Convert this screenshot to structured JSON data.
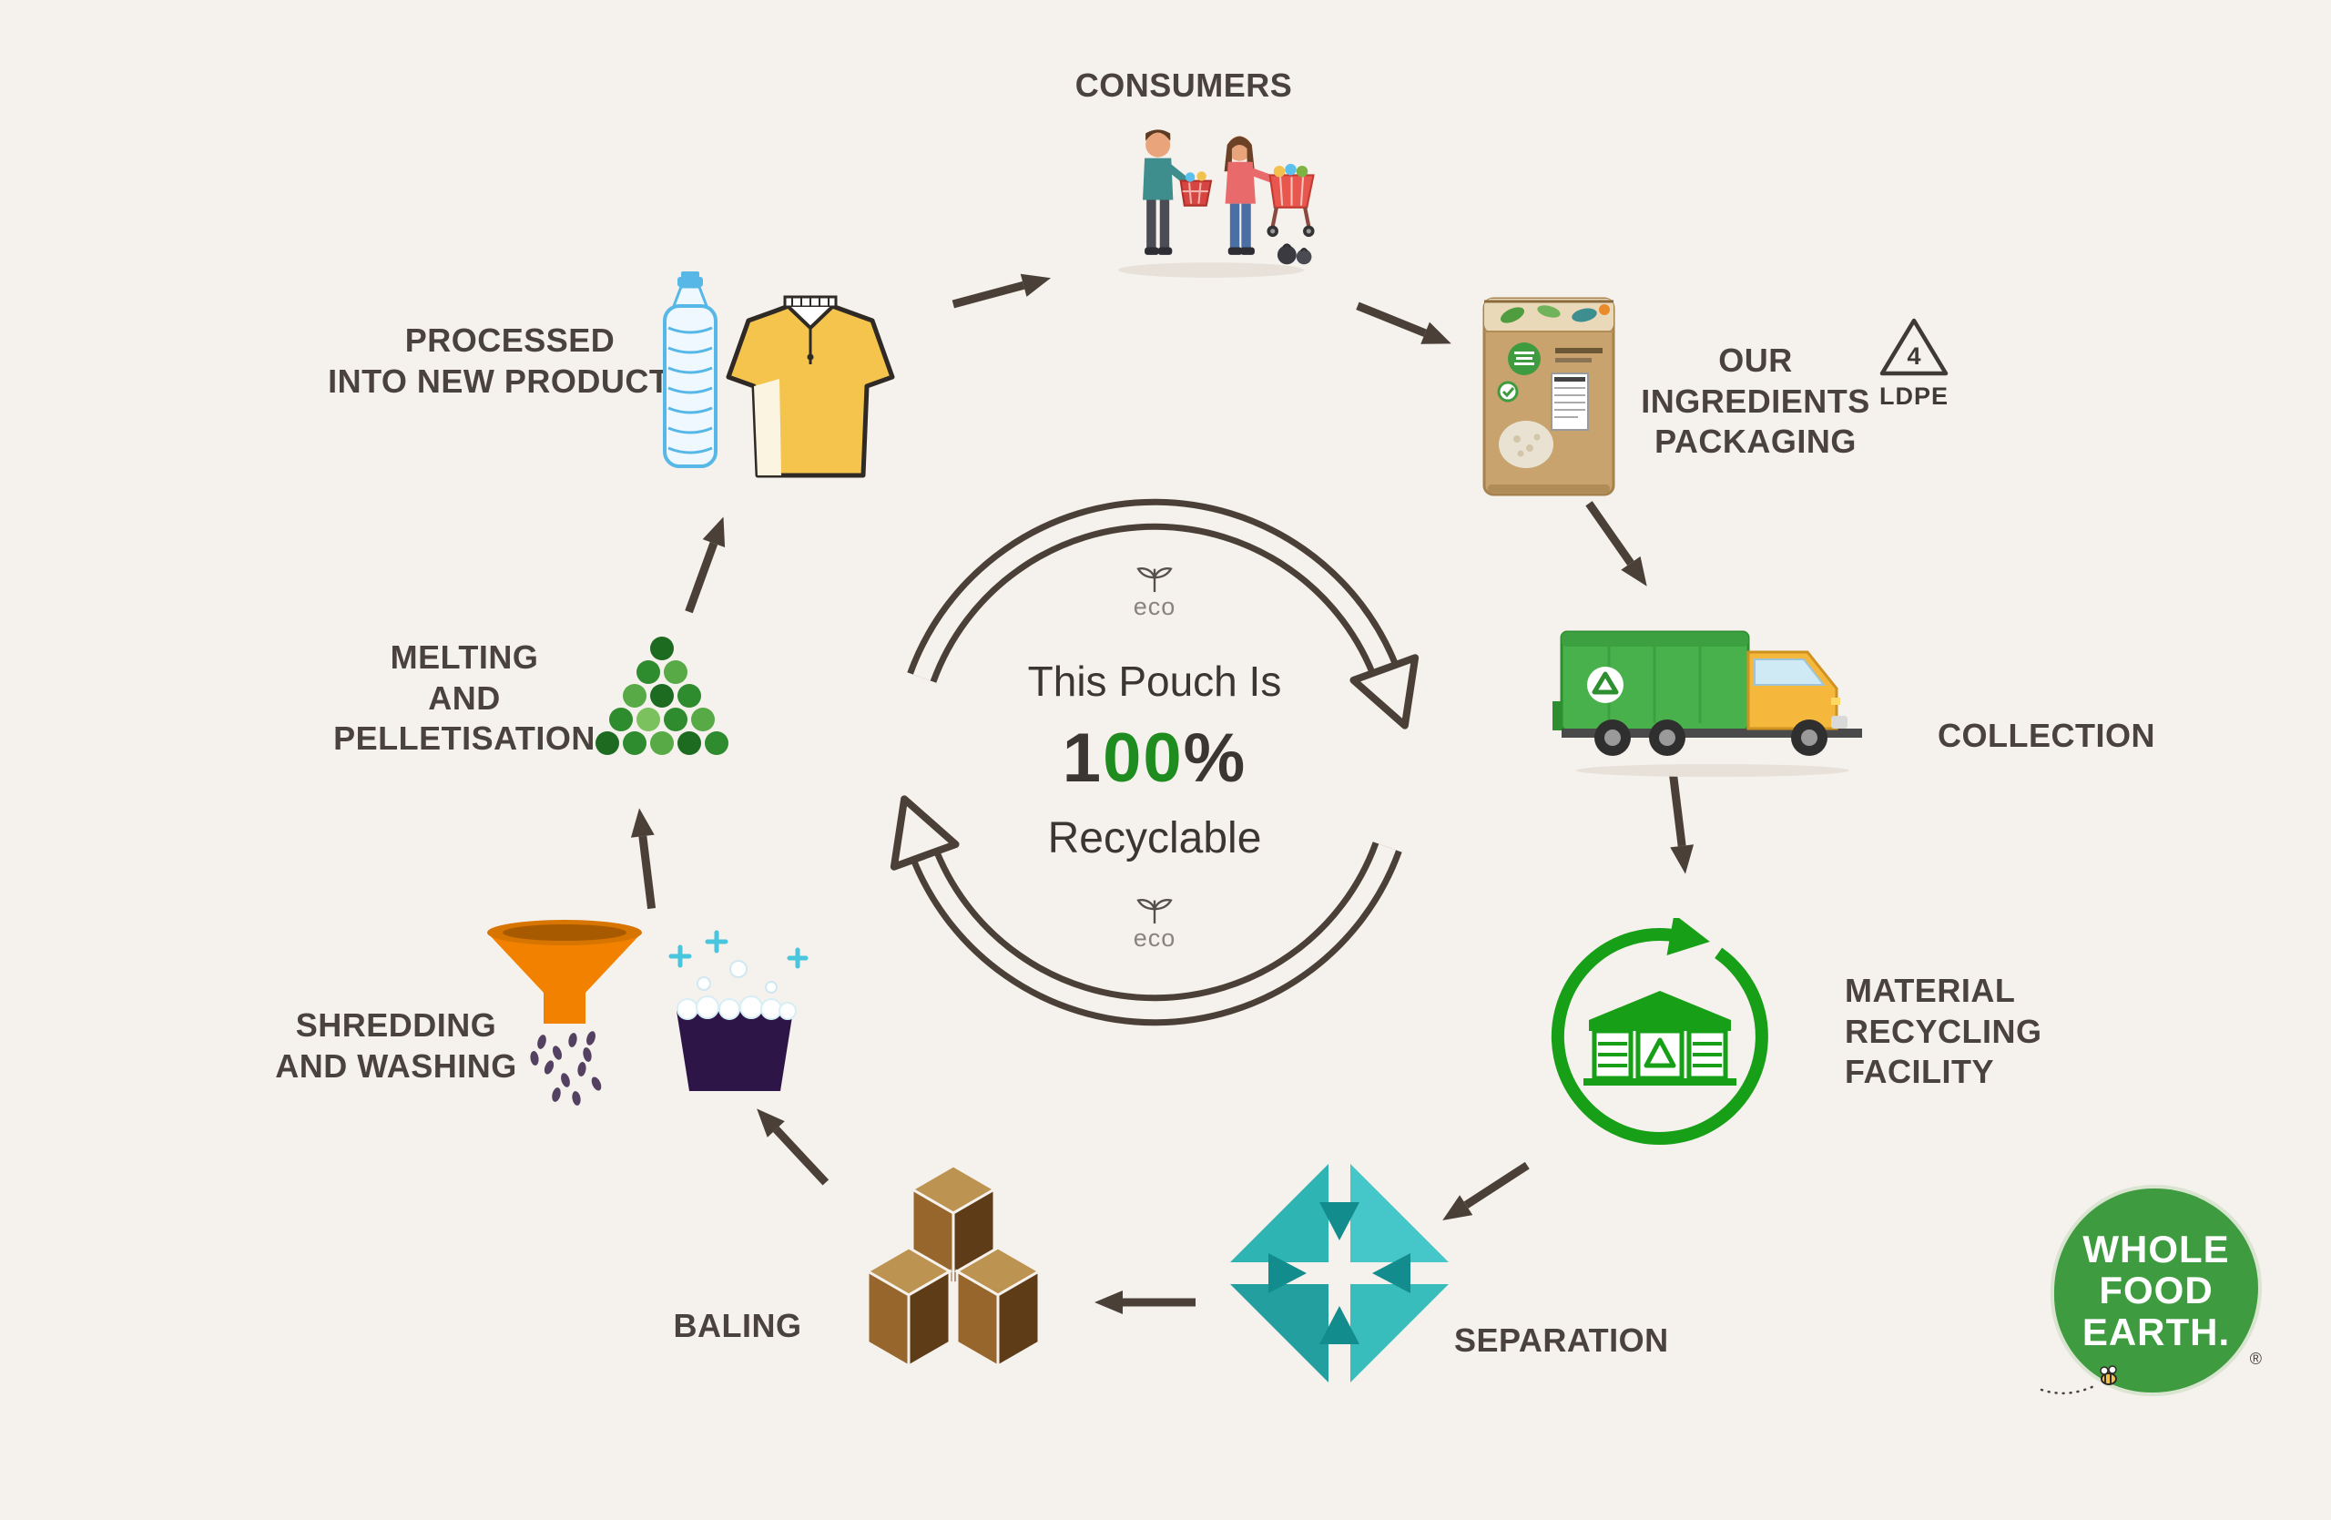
{
  "title": "This Pouch Is 100% Recyclable - recycling cycle infographic",
  "colors": {
    "background": "#f5f1ec",
    "arrow_dark": "#4a4038",
    "label_dark": "#4a423c",
    "accent_green": "#1e8c1e",
    "mrf_green": "#17a017",
    "teal": "#2fb4b4",
    "kraft": "#c8a36d",
    "funnel_orange": "#f28100",
    "truck_green": "#49b14c",
    "cab_yellow": "#f5b83d",
    "logo_green": "#3f9b3f"
  },
  "center": {
    "eco": "eco",
    "line1": "This Pouch Is",
    "pct_prefix": "1",
    "pct_zeros": "00",
    "pct_symbol": "%",
    "line2": "Recyclable"
  },
  "stages": {
    "consumers": {
      "label": "CONSUMERS"
    },
    "packaging": {
      "label": "OUR INGREDIENTS\nPACKAGING"
    },
    "collection": {
      "label": "COLLECTION"
    },
    "mrf": {
      "label": "MATERIAL\nRECYCLING\nFACILITY"
    },
    "separation": {
      "label": "SEPARATION"
    },
    "baling": {
      "label": "BALING"
    },
    "shredding": {
      "label": "SHREDDING\nAND WASHING"
    },
    "melting": {
      "label": "MELTING\nAND\nPELLETISATION"
    },
    "processed": {
      "label": "PROCESSED\nINTO NEW PRODUCTS"
    }
  },
  "ldpe": {
    "number": "4",
    "code": "LDPE"
  },
  "logo": {
    "line1": "WHOLE",
    "line2": "FOOD",
    "line3": "EARTH.",
    "reg": "®"
  }
}
